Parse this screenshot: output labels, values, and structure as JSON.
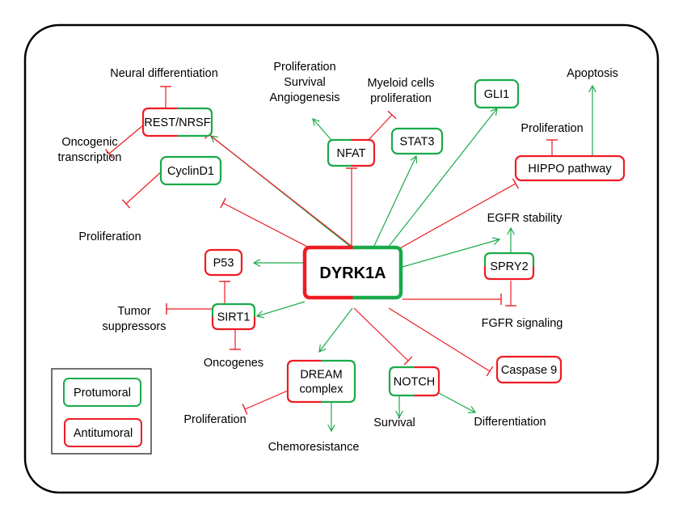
{
  "colors": {
    "protumoral": "#1aaa4a",
    "antitumoral": "#ee1c24",
    "frame": "#000000",
    "legend_border": "#404040"
  },
  "central_node": {
    "id": "dyrk1a",
    "label": "DYRK1A",
    "style": "split-lr",
    "left": "antitumoral",
    "right": "protumoral"
  },
  "nodes": [
    {
      "id": "rest",
      "label": "REST/NRSF",
      "style": "split-lr",
      "left": "antitumoral",
      "right": "protumoral"
    },
    {
      "id": "nfat",
      "label": "NFAT",
      "style": "split-lr",
      "left": "protumoral",
      "right": "antitumoral"
    },
    {
      "id": "stat3",
      "label": "STAT3",
      "style": "solid",
      "color": "protumoral"
    },
    {
      "id": "gli1",
      "label": "GLI1",
      "style": "solid",
      "color": "protumoral"
    },
    {
      "id": "hippo",
      "label": "HIPPO pathway",
      "style": "solid",
      "color": "antitumoral"
    },
    {
      "id": "cyclind1",
      "label": "CyclinD1",
      "style": "solid",
      "color": "protumoral"
    },
    {
      "id": "p53",
      "label": "P53",
      "style": "solid",
      "color": "antitumoral"
    },
    {
      "id": "sirt1",
      "label": "SIRT1",
      "style": "split-tb",
      "top": "protumoral",
      "bottom": "antitumoral"
    },
    {
      "id": "spry2",
      "label": "SPRY2",
      "style": "split-tb",
      "top": "protumoral",
      "bottom": "antitumoral"
    },
    {
      "id": "dream",
      "label": "DREAM complex",
      "lines": [
        "DREAM",
        "complex"
      ],
      "style": "split-lr",
      "left": "antitumoral",
      "right": "protumoral"
    },
    {
      "id": "notch",
      "label": "NOTCH",
      "style": "split-lr",
      "left": "protumoral",
      "right": "antitumoral"
    },
    {
      "id": "caspase9",
      "label": "Caspase 9",
      "style": "solid",
      "color": "antitumoral"
    }
  ],
  "outcomes": [
    {
      "id": "neural_diff",
      "lines": [
        "Neural differentiation"
      ]
    },
    {
      "id": "oncogenic_transcription",
      "lines": [
        "Oncogenic",
        "transcription"
      ]
    },
    {
      "id": "pro_surv_angio",
      "lines": [
        "Proliferation",
        "Survival",
        "Angiogenesis"
      ]
    },
    {
      "id": "myeloid",
      "lines": [
        "Myeloid cells",
        "proliferation"
      ]
    },
    {
      "id": "apoptosis",
      "lines": [
        "Apoptosis"
      ]
    },
    {
      "id": "hippo_prolif",
      "lines": [
        "Proliferation"
      ]
    },
    {
      "id": "cyclin_prolif",
      "lines": [
        "Proliferation"
      ]
    },
    {
      "id": "egfr",
      "lines": [
        "EGFR stability"
      ]
    },
    {
      "id": "fgfr",
      "lines": [
        "FGFR signaling"
      ]
    },
    {
      "id": "tumor_supp",
      "lines": [
        "Tumor",
        "suppressors"
      ]
    },
    {
      "id": "oncogenes",
      "lines": [
        "Oncogenes"
      ]
    },
    {
      "id": "dream_prolif",
      "lines": [
        "Proliferation"
      ]
    },
    {
      "id": "chemoresistance",
      "lines": [
        "Chemoresistance"
      ]
    },
    {
      "id": "survival",
      "lines": [
        "Survival"
      ]
    },
    {
      "id": "differentiation",
      "lines": [
        "Differentiation"
      ]
    }
  ],
  "edges": [
    {
      "from": "dyrk1a",
      "to": "rest",
      "type": "activation"
    },
    {
      "from": "dyrk1a",
      "to": "rest",
      "type": "inhibition"
    },
    {
      "from": "dyrk1a",
      "to": "cyclind1",
      "type": "inhibition"
    },
    {
      "from": "dyrk1a",
      "to": "nfat",
      "type": "inhibition"
    },
    {
      "from": "dyrk1a",
      "to": "stat3",
      "type": "activation"
    },
    {
      "from": "dyrk1a",
      "to": "gli1",
      "type": "activation"
    },
    {
      "from": "dyrk1a",
      "to": "hippo",
      "type": "inhibition"
    },
    {
      "from": "dyrk1a",
      "to": "spry2",
      "type": "activation"
    },
    {
      "from": "dyrk1a",
      "to": "fgfr",
      "type": "inhibition"
    },
    {
      "from": "dyrk1a",
      "to": "p53",
      "type": "activation"
    },
    {
      "from": "dyrk1a",
      "to": "sirt1",
      "type": "activation"
    },
    {
      "from": "dyrk1a",
      "to": "dream",
      "type": "activation"
    },
    {
      "from": "dyrk1a",
      "to": "notch",
      "type": "inhibition"
    },
    {
      "from": "dyrk1a",
      "to": "caspase9",
      "type": "inhibition"
    },
    {
      "from": "rest",
      "to": "neural_diff",
      "type": "inhibition"
    },
    {
      "from": "rest",
      "to": "oncogenic_transcription",
      "type": "inhibition"
    },
    {
      "from": "nfat",
      "to": "pro_surv_angio",
      "type": "activation"
    },
    {
      "from": "nfat",
      "to": "myeloid",
      "type": "inhibition"
    },
    {
      "from": "hippo",
      "to": "hippo_prolif",
      "type": "inhibition"
    },
    {
      "from": "hippo",
      "to": "apoptosis",
      "type": "activation"
    },
    {
      "from": "cyclind1",
      "to": "cyclin_prolif",
      "type": "inhibition"
    },
    {
      "from": "spry2",
      "to": "egfr",
      "type": "activation"
    },
    {
      "from": "spry2",
      "to": "fgfr",
      "type": "inhibition"
    },
    {
      "from": "sirt1",
      "to": "p53",
      "type": "inhibition"
    },
    {
      "from": "sirt1",
      "to": "tumor_supp",
      "type": "inhibition"
    },
    {
      "from": "sirt1",
      "to": "oncogenes",
      "type": "inhibition"
    },
    {
      "from": "dream",
      "to": "dream_prolif",
      "type": "inhibition"
    },
    {
      "from": "dream",
      "to": "chemoresistance",
      "type": "activation"
    },
    {
      "from": "notch",
      "to": "survival",
      "type": "activation"
    },
    {
      "from": "notch",
      "to": "differentiation",
      "type": "activation"
    }
  ],
  "legend": {
    "items": [
      {
        "label": "Protumoral",
        "color": "protumoral"
      },
      {
        "label": "Antitumoral",
        "color": "antitumoral"
      }
    ]
  }
}
